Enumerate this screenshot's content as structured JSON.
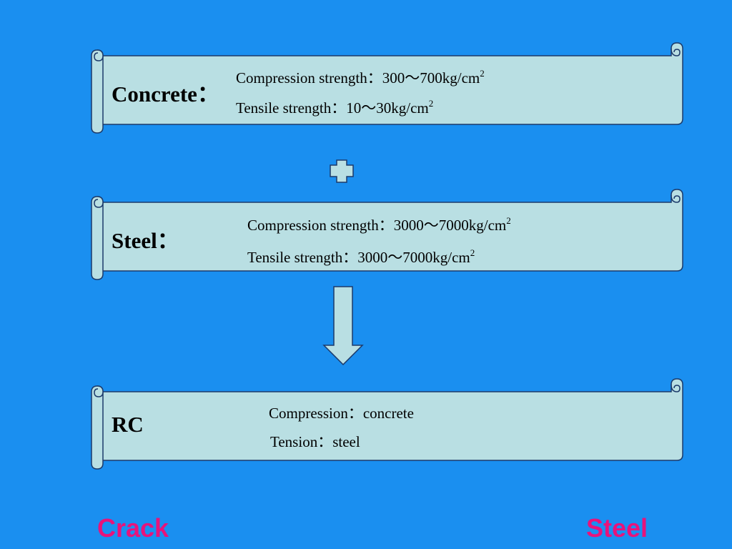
{
  "panels": {
    "concrete": {
      "title": "Concrete：",
      "line1": "Compression strength：300～700kg/cm",
      "line1_sup": "2",
      "line2": "Tensile strength：10～30kg/cm",
      "line2_sup": "2"
    },
    "steel": {
      "title": "Steel：",
      "line1": "Compression strength：3000～7000kg/cm",
      "line1_sup": "2",
      "line2": "Tensile strength：3000～7000kg/cm",
      "line2_sup": "2"
    },
    "rc": {
      "title": "RC",
      "line1": "Compression：concrete",
      "line2": "Tension：steel"
    }
  },
  "footer": {
    "left": "Crack",
    "right": "Steel"
  },
  "colors": {
    "background": "#1a8ff0",
    "panel_fill": "#b9dfe3",
    "footer_text": "#e8137b"
  },
  "icons": {
    "plus": "plus-icon",
    "arrow": "down-arrow-icon"
  }
}
